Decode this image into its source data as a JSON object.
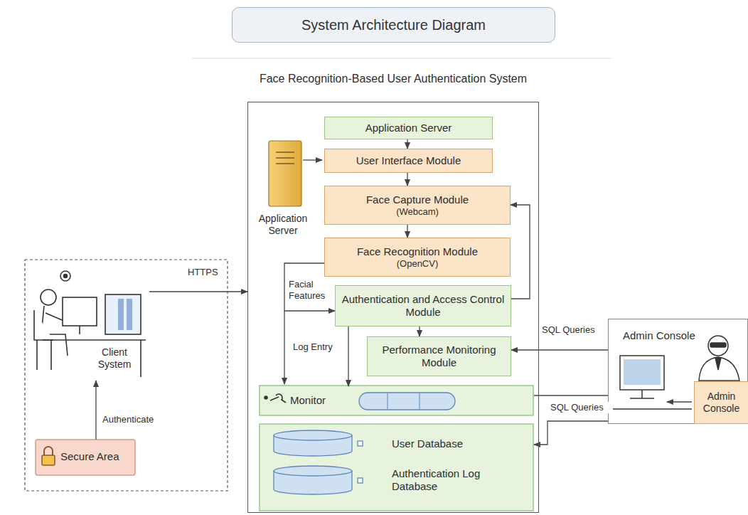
{
  "diagram": {
    "title": "System Architecture Diagram",
    "nodes": [
      {
        "text": [
          "Application Server"
        ]
      },
      {
        "text": [
          "Application Server"
        ],
        "in": 0
      },
      {
        "text": [
          "User Interface Module"
        ],
        "in": 0
      },
      {
        "text": [
          "Face Capture Module",
          "(Webcam)"
        ],
        "in": 0
      },
      {
        "text": [
          "Face Recognition Module",
          "(OpenCV)"
        ],
        "in": 0
      },
      {
        "text": [
          "Authentication and Access Control Module"
        ],
        "in": 0
      },
      {
        "text": [
          "Performance Monitoring Module"
        ],
        "in": 0
      },
      {
        "text": [
          "Monitor"
        ],
        "in": 0
      },
      {
        "text": [
          "User Database"
        ],
        "in": 0
      },
      {
        "text": [
          "Authentication Log Database"
        ],
        "in": 0
      },
      {
        "text": [
          "Client System"
        ]
      },
      {
        "text": [
          "Secure Area"
        ]
      },
      {
        "text": [
          "Admin Console"
        ]
      },
      {
        "text": [
          "Admin Console"
        ],
        "in": 12
      }
    ],
    "edges": [
      {
        "from": 1,
        "to": 2,
        "arrow": "to"
      },
      {
        "from": 2,
        "to": 3,
        "arrow": "to"
      },
      {
        "from": 3,
        "to": 4,
        "arrow": "to"
      },
      {
        "from": 4,
        "to": 5,
        "label": "Facial Features",
        "arrow": "to"
      },
      {
        "from": 5,
        "to": 3,
        "arrow": "to"
      },
      {
        "from": 5,
        "to": 6,
        "arrow": "to"
      },
      {
        "from": 5,
        "to": 7,
        "label": "Log Entry",
        "arrow": "to"
      },
      {
        "from": 10,
        "to": 0,
        "label": "HTTPS",
        "arrow": "to"
      },
      {
        "from": 11,
        "to": 10,
        "label": "Authenticate",
        "arrow": "to"
      },
      {
        "from": 12,
        "to": 6,
        "label": "SQL Queries",
        "arrow": "to"
      },
      {
        "from": 12,
        "to": 8,
        "label": "SQL Queries",
        "arrow": "to"
      },
      {
        "from": 7,
        "to": 12,
        "arrow": "none"
      }
    ],
    "labels": [
      "Face Recognition-Based User Authentication System"
    ]
  }
}
